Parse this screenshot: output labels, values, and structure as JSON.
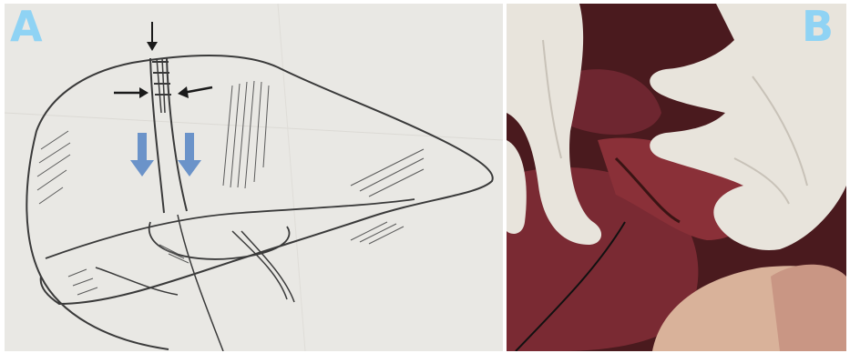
{
  "panels": [
    {
      "label": "A",
      "label_color": "#8fd3f4",
      "content": "sketch"
    },
    {
      "label": "B",
      "label_color": "#8fd3f4",
      "content": "photo"
    }
  ],
  "colors": {
    "paper": "#e9e8e4",
    "pencil": "#3a3a3a",
    "blue_arrow": "#6b93c9",
    "tissue_dark": "#5a1e22",
    "liver": "#7a2a33",
    "glove": "#e8e4dc"
  }
}
